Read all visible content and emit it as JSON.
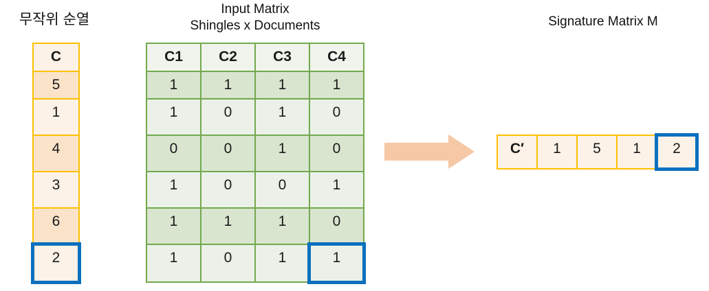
{
  "titles": {
    "permutation": "무작위 순열",
    "input_matrix_line1": "Input Matrix",
    "input_matrix_line2": "Shingles x Documents",
    "signature": "Signature Matrix M"
  },
  "permutation_column": {
    "header": "C",
    "values": [
      "5",
      "1",
      "4",
      "3",
      "6",
      "2"
    ],
    "highlighted_value": "2"
  },
  "input_matrix": {
    "headers": [
      "C1",
      "C2",
      "C3",
      "C4"
    ],
    "rows": [
      [
        "1",
        "1",
        "1",
        "1"
      ],
      [
        "1",
        "0",
        "1",
        "0"
      ],
      [
        "0",
        "0",
        "1",
        "0"
      ],
      [
        "1",
        "0",
        "0",
        "1"
      ],
      [
        "1",
        "1",
        "1",
        "0"
      ],
      [
        "1",
        "0",
        "1",
        "1"
      ]
    ],
    "highlighted_cell": {
      "row_index": 5,
      "column": "C4",
      "value": "1"
    }
  },
  "signature_matrix": {
    "header": "C′",
    "values": [
      "1",
      "5",
      "1",
      "2"
    ],
    "highlighted_value": "2"
  },
  "icons": {
    "arrow": "right-block-arrow"
  },
  "colors": {
    "gold_border": "#FFC000",
    "cream_light": "#FDF2E7",
    "cream_band": "#FAE3C9",
    "green_border": "#72A84D",
    "green_header": "#F0F4EC",
    "green_light": "#EBF1E8",
    "green_band": "#D9E5CF",
    "highlight_blue": "#0C70BE",
    "arrow_fill": "#F6C8A6"
  }
}
